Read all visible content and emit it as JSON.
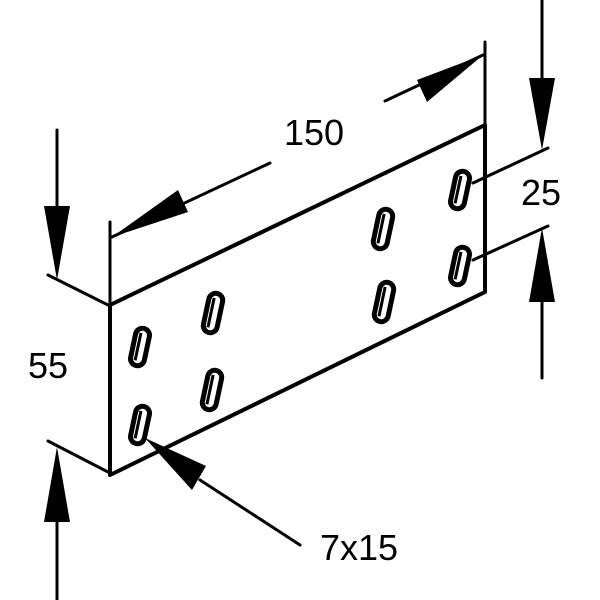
{
  "drawing": {
    "dimensions": {
      "length": "150",
      "height": "55",
      "slot_pitch": "25",
      "slot_size": "7x15"
    },
    "colors": {
      "line": "#000000",
      "background": "#ffffff"
    }
  }
}
